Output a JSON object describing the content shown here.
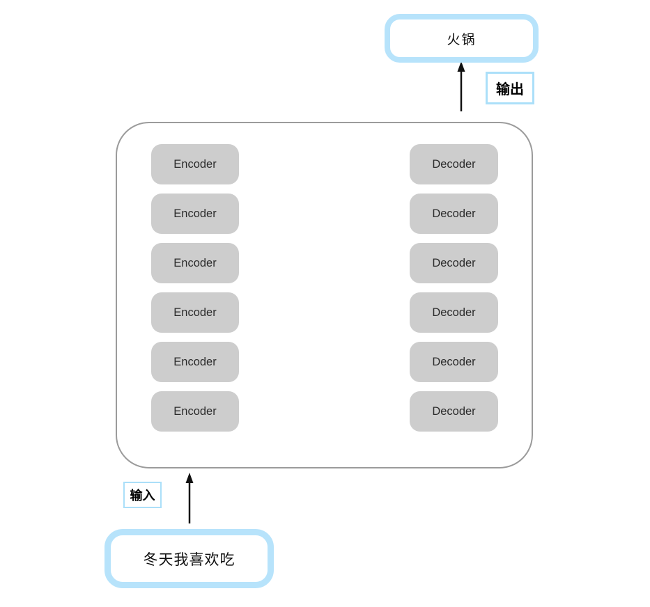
{
  "diagram": {
    "title_semantic": "transformer-encoder-decoder-diagram",
    "output_result": "火锅",
    "output_label": "输出",
    "input_label": "输入",
    "input_sentence": "冬天我喜欢吃"
  },
  "encoders": [
    "Encoder",
    "Encoder",
    "Encoder",
    "Encoder",
    "Encoder",
    "Encoder"
  ],
  "decoders": [
    "Decoder",
    "Decoder",
    "Decoder",
    "Decoder",
    "Decoder",
    "Decoder"
  ],
  "icons": {
    "output_arrow": "up-arrow-icon",
    "encoder_to_decoder_arrow": "right-arrow-icon",
    "input_arrow": "up-arrow-icon"
  },
  "colors": {
    "accent_blue_thick_border": "#b7e3fb",
    "accent_blue_thin_border": "#abdff9",
    "block_gray": "#cdcdcd",
    "container_border_gray": "#9b9b9b",
    "arrow_black": "#111111",
    "background": "#ffffff"
  }
}
